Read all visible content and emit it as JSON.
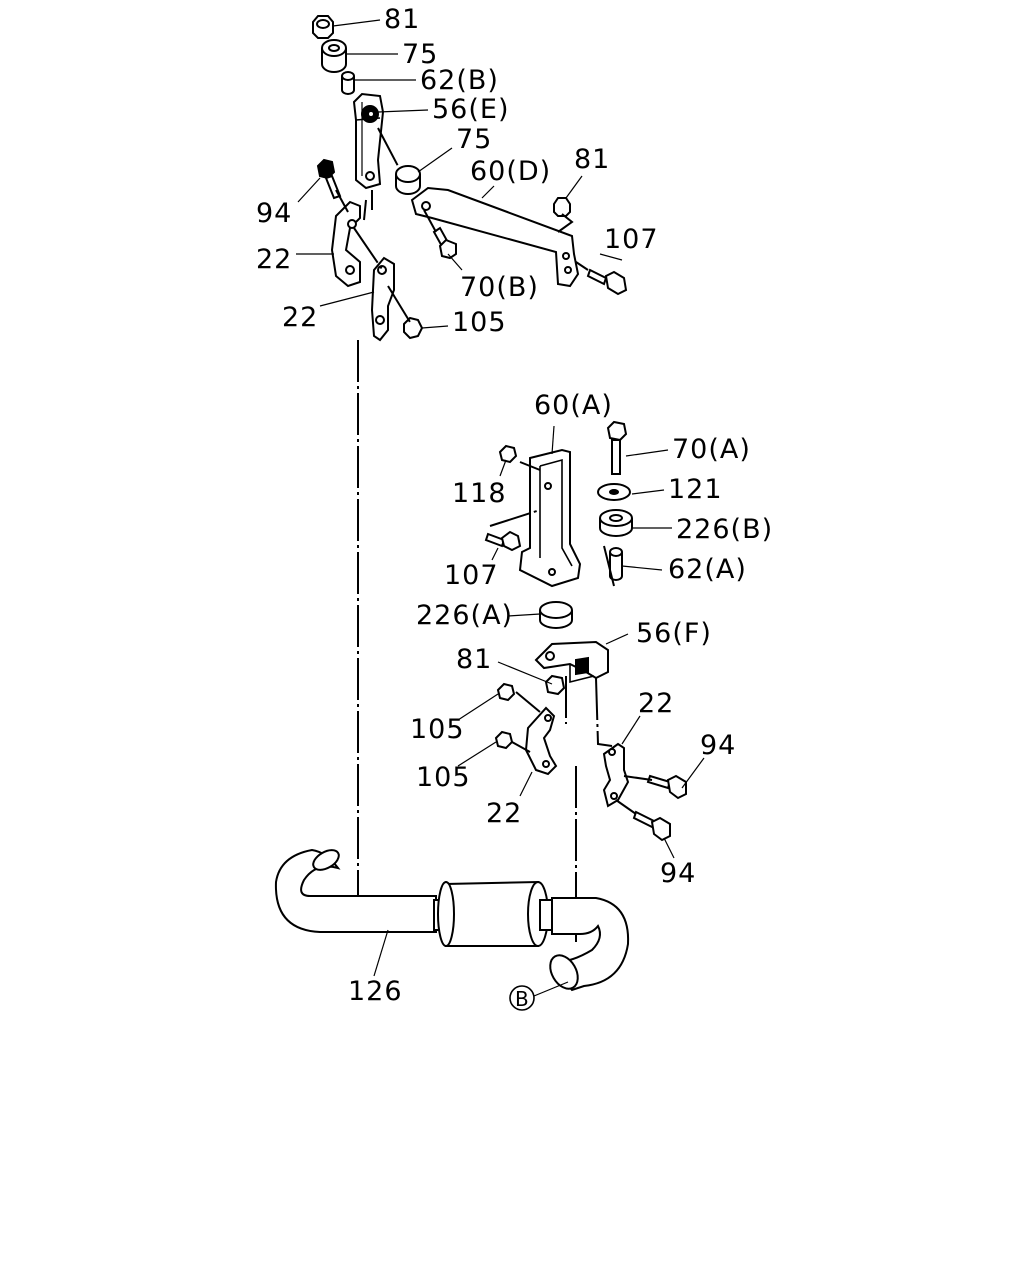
{
  "callouts": {
    "c81_top": "81",
    "c75_top": "75",
    "c62b": "62(B)",
    "c56e": "56(E)",
    "c75_mid": "75",
    "c60d": "60(D)",
    "c81_right": "81",
    "c94_top": "94",
    "c107_top": "107",
    "c22_a": "22",
    "c70b": "70(B)",
    "c22_b": "22",
    "c105_top": "105",
    "c60a": "60(A)",
    "c70a": "70(A)",
    "c118": "118",
    "c121": "121",
    "c226b": "226(B)",
    "c107_mid": "107",
    "c62a": "62(A)",
    "c226a": "226(A)",
    "c56f": "56(F)",
    "c81_mid": "81",
    "c22_c": "22",
    "c105_a": "105",
    "c94_b": "94",
    "c105_b": "105",
    "c22_d": "22",
    "c94_c": "94",
    "c126": "126",
    "ref_b": "B"
  }
}
